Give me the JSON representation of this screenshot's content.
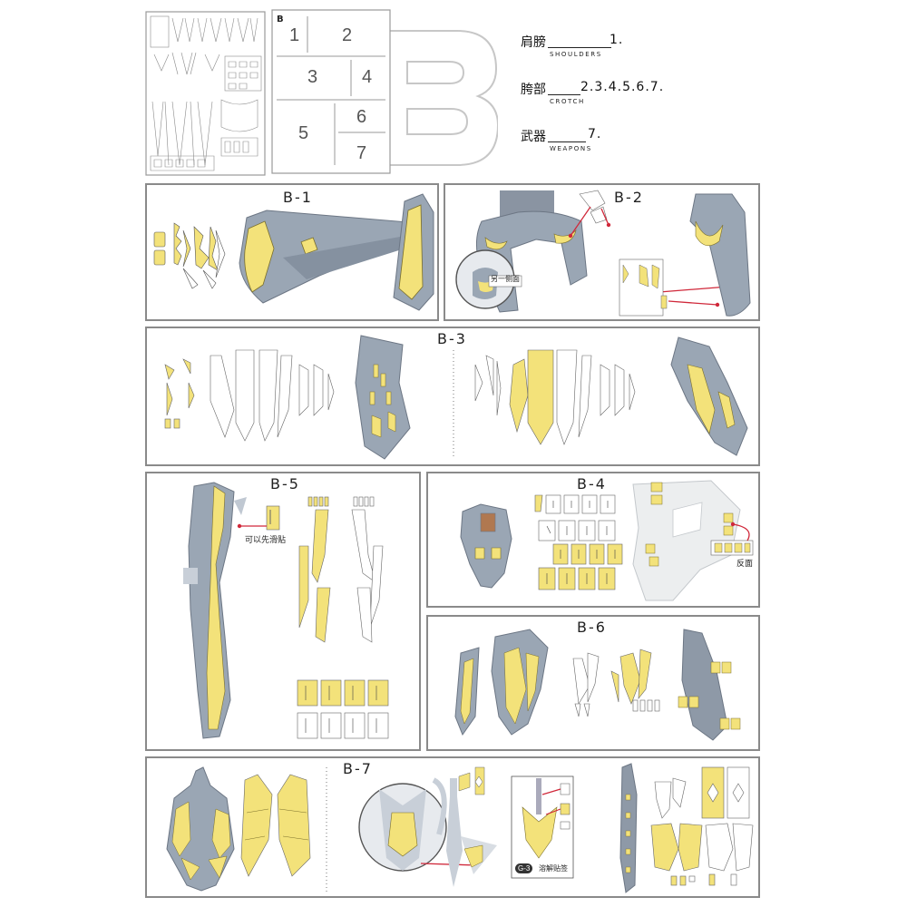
{
  "sheet": {
    "letter": "B",
    "small_label": "B"
  },
  "overview_cells": [
    "1",
    "2",
    "3",
    "4",
    "5",
    "6",
    "7"
  ],
  "legend": [
    {
      "cn": "肩膀",
      "en": "SHOULDERS",
      "parts": "1."
    },
    {
      "cn": "胯部",
      "en": "CROTCH",
      "parts": "2.3.4.5.6.7."
    },
    {
      "cn": "武器",
      "en": "WEAPONS",
      "parts": "7."
    }
  ],
  "panels": {
    "b1": {
      "title": "B-1"
    },
    "b2": {
      "title": "B-2",
      "note": "另一侧面"
    },
    "b3": {
      "title": "B-3"
    },
    "b4": {
      "title": "B-4",
      "note": "反面"
    },
    "b5": {
      "title": "B-5",
      "note": "可以先滑贴"
    },
    "b6": {
      "title": "B-6"
    },
    "b7": {
      "title": "B-7",
      "badge": "G-3",
      "note": "溶解贴签"
    }
  },
  "colors": {
    "decal": "#f3e27a",
    "plastic": "#9aa6b4",
    "arrow": "#d0283a",
    "border": "#8a8a8a"
  }
}
